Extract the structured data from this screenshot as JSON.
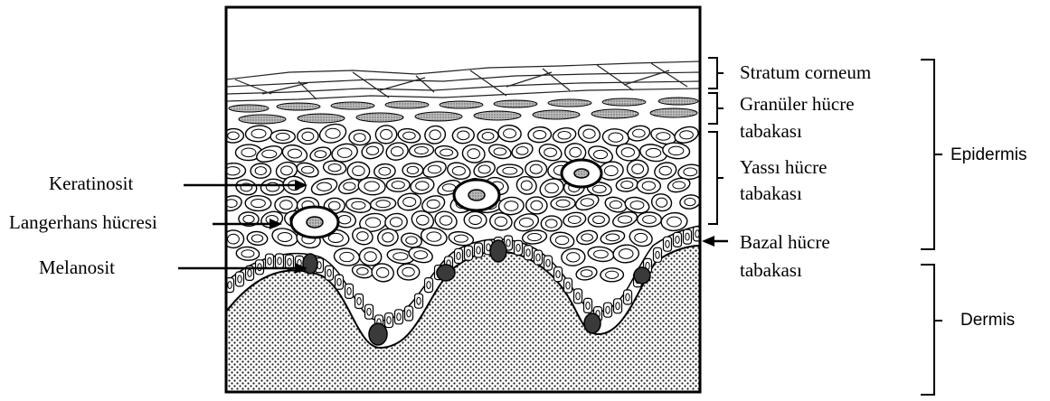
{
  "diagram": {
    "left_labels": {
      "keratinosit": "Keratinosit",
      "langerhans": "Langerhans hücresi",
      "melanosit": "Melanosit"
    },
    "right_labels": {
      "stratum_corneum": "Stratum corneum",
      "granuler_line1": "Granüler hücre",
      "granuler_line2": "tabakası",
      "yassi_line1": "Yassı hücre",
      "yassi_line2": "tabakası",
      "bazal_line1": "Bazal hücre",
      "bazal_line2": "tabakası"
    },
    "region_labels": {
      "epidermis": "Epidermis",
      "dermis": "Dermis"
    }
  }
}
